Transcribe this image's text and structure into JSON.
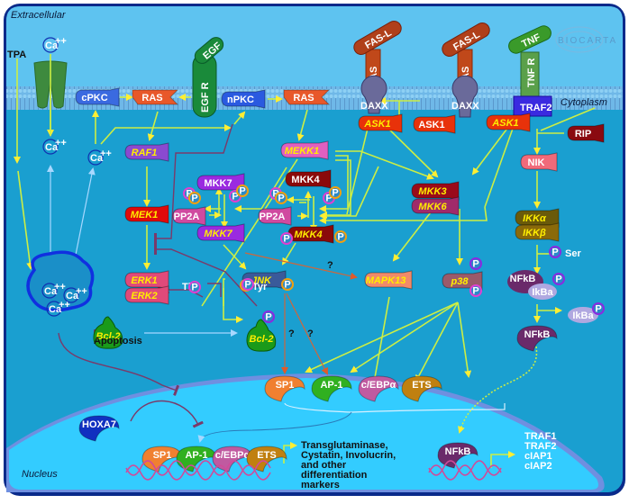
{
  "title": "BioCarta pathway diagram",
  "logo": "BIOCARTA",
  "regions": {
    "extracellular": "Extracellular",
    "cytoplasm": "Cytoplasm",
    "nucleus": "Nucleus"
  },
  "colors": {
    "extracellular": "#5ec3f0",
    "cytoplasm": "#1a9fd0",
    "nucleus": "#33ccff",
    "frame": "#0a2a8a",
    "arrow": "#ccee44",
    "inhibit": "#7a3a6a",
    "uncertain": "#d0663a"
  },
  "labels": {
    "tpa": "TPA",
    "ca": "Ca",
    "ca_sup": "++",
    "apoptosis": "Apoptosis",
    "thr": "Thr",
    "tyr": "Tyr",
    "ser": "Ser",
    "p": "P",
    "question": "?",
    "markers": [
      "Transglutaminase,",
      "Cystatin, Involucrin,",
      "and other",
      "differentiation",
      "markers"
    ],
    "nfkb_targets": [
      "TRAF1",
      "TRAF2",
      "cIAP1",
      "cIAP2"
    ]
  },
  "nodes": {
    "egf": "EGF",
    "egfr": "EGF R",
    "cpkc": "cPKC",
    "ras1": "RAS",
    "npkc": "nPKC",
    "ras2": "RAS",
    "fasl1": "FAS-L",
    "fas1": "FAS",
    "daxx1": "DAXX",
    "ask1a": "ASK1",
    "ask1b": "ASK1",
    "fasl2": "FAS-L",
    "fas2": "FAS",
    "daxx2": "DAXX",
    "tnf": "TNF",
    "tnfr": "TNF R",
    "traf2": "TRAF2",
    "ask1c": "ASK1",
    "rip": "RIP",
    "nik": "NIK",
    "ikka": "IKKα",
    "ikkb": "IKKβ",
    "nfkb_ikba": "NFkB",
    "ikba_bound": "IkBa",
    "ikba_free": "IkBa",
    "nfkb_cyto": "NFkB",
    "raf1": "RAF1",
    "mek1": "MEK1",
    "erk1": "ERK1",
    "erk2": "ERK2",
    "mekk1": "MEKK1",
    "mkk7": "MKK7",
    "mkk7p": "MKK7",
    "pp2a1": "PP2A",
    "mkk4": "MKK4",
    "mkk4p": "MKK4",
    "pp2a2": "PP2A",
    "mkk3": "MKK3",
    "mkk6": "MKK6",
    "jnk": "JNK",
    "mapk13": "MAPK13",
    "p38": "p38",
    "bcl2": "Bcl-2",
    "bcl2p": "Bcl-2",
    "sp1": "SP1",
    "ap1": "AP-1",
    "cebp": "c/EBPα",
    "ets": "ETS",
    "hoxa7": "HOXA7",
    "sp1n": "SP1",
    "ap1n": "AP-1",
    "cebpn": "c/EBPα",
    "etsn": "ETS",
    "nfkb_nuc": "NFkB"
  }
}
